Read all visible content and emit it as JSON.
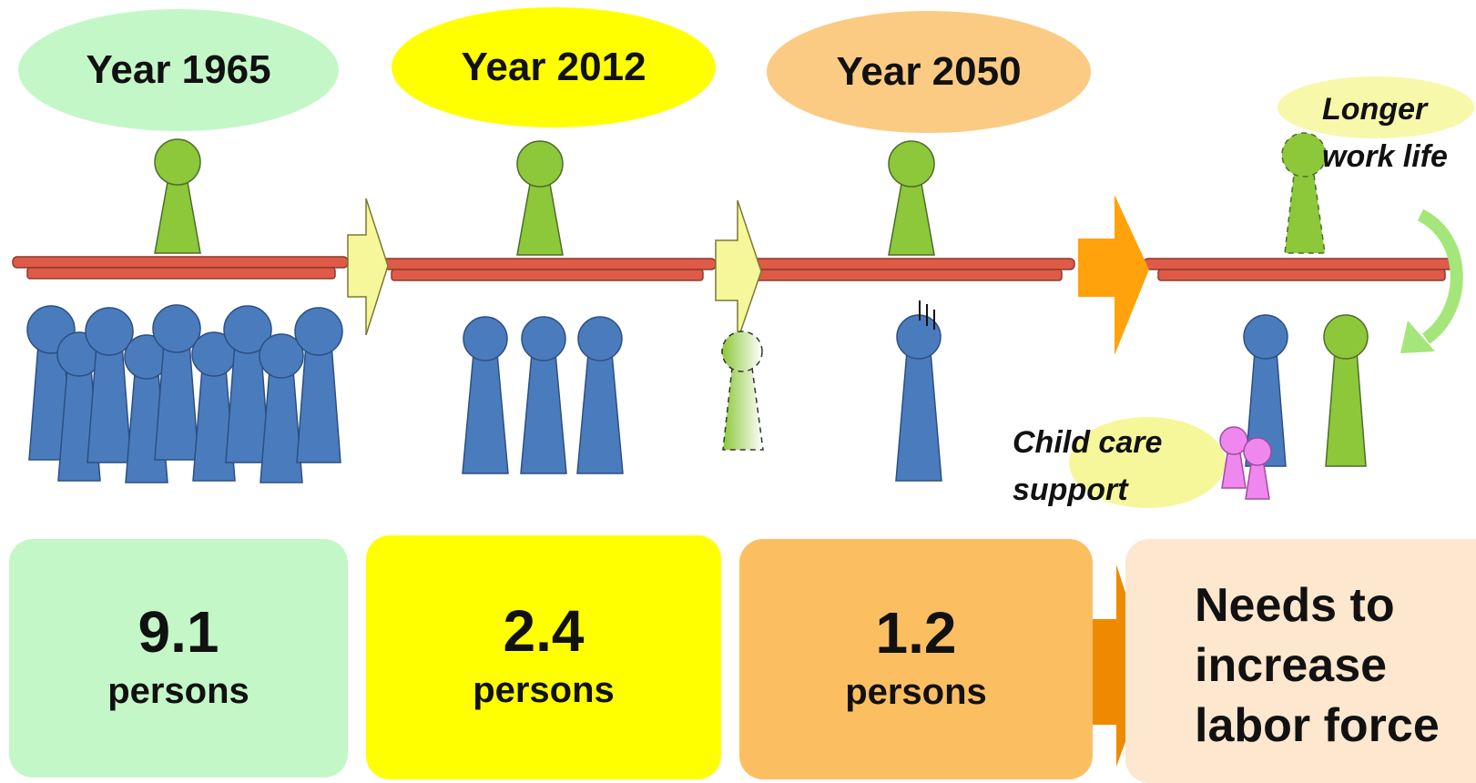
{
  "columns": [
    {
      "year": "Year 1965",
      "value": "9.1",
      "unit": "persons",
      "color": "#c4f7c8"
    },
    {
      "year": "Year 2012",
      "value": "2.4",
      "unit": "persons",
      "color": "#ffff00"
    },
    {
      "year": "Year 2050",
      "value": "1.2",
      "unit": "persons",
      "color": "#fbbf62"
    }
  ],
  "outcome": {
    "text": "Needs to increase labor force",
    "color": "#fde7cf",
    "arrow_color": "#ee8a00"
  },
  "notes": {
    "longer_work_life": "Longer work life",
    "child_care": "Child care support"
  },
  "colors": {
    "elder": "#8cc83a",
    "worker": "#4a7cbd",
    "child": "#ee88ee",
    "beam": "#e05a48",
    "small_arrow": "#f6f79a",
    "big_arrow": "#ffa20c"
  }
}
